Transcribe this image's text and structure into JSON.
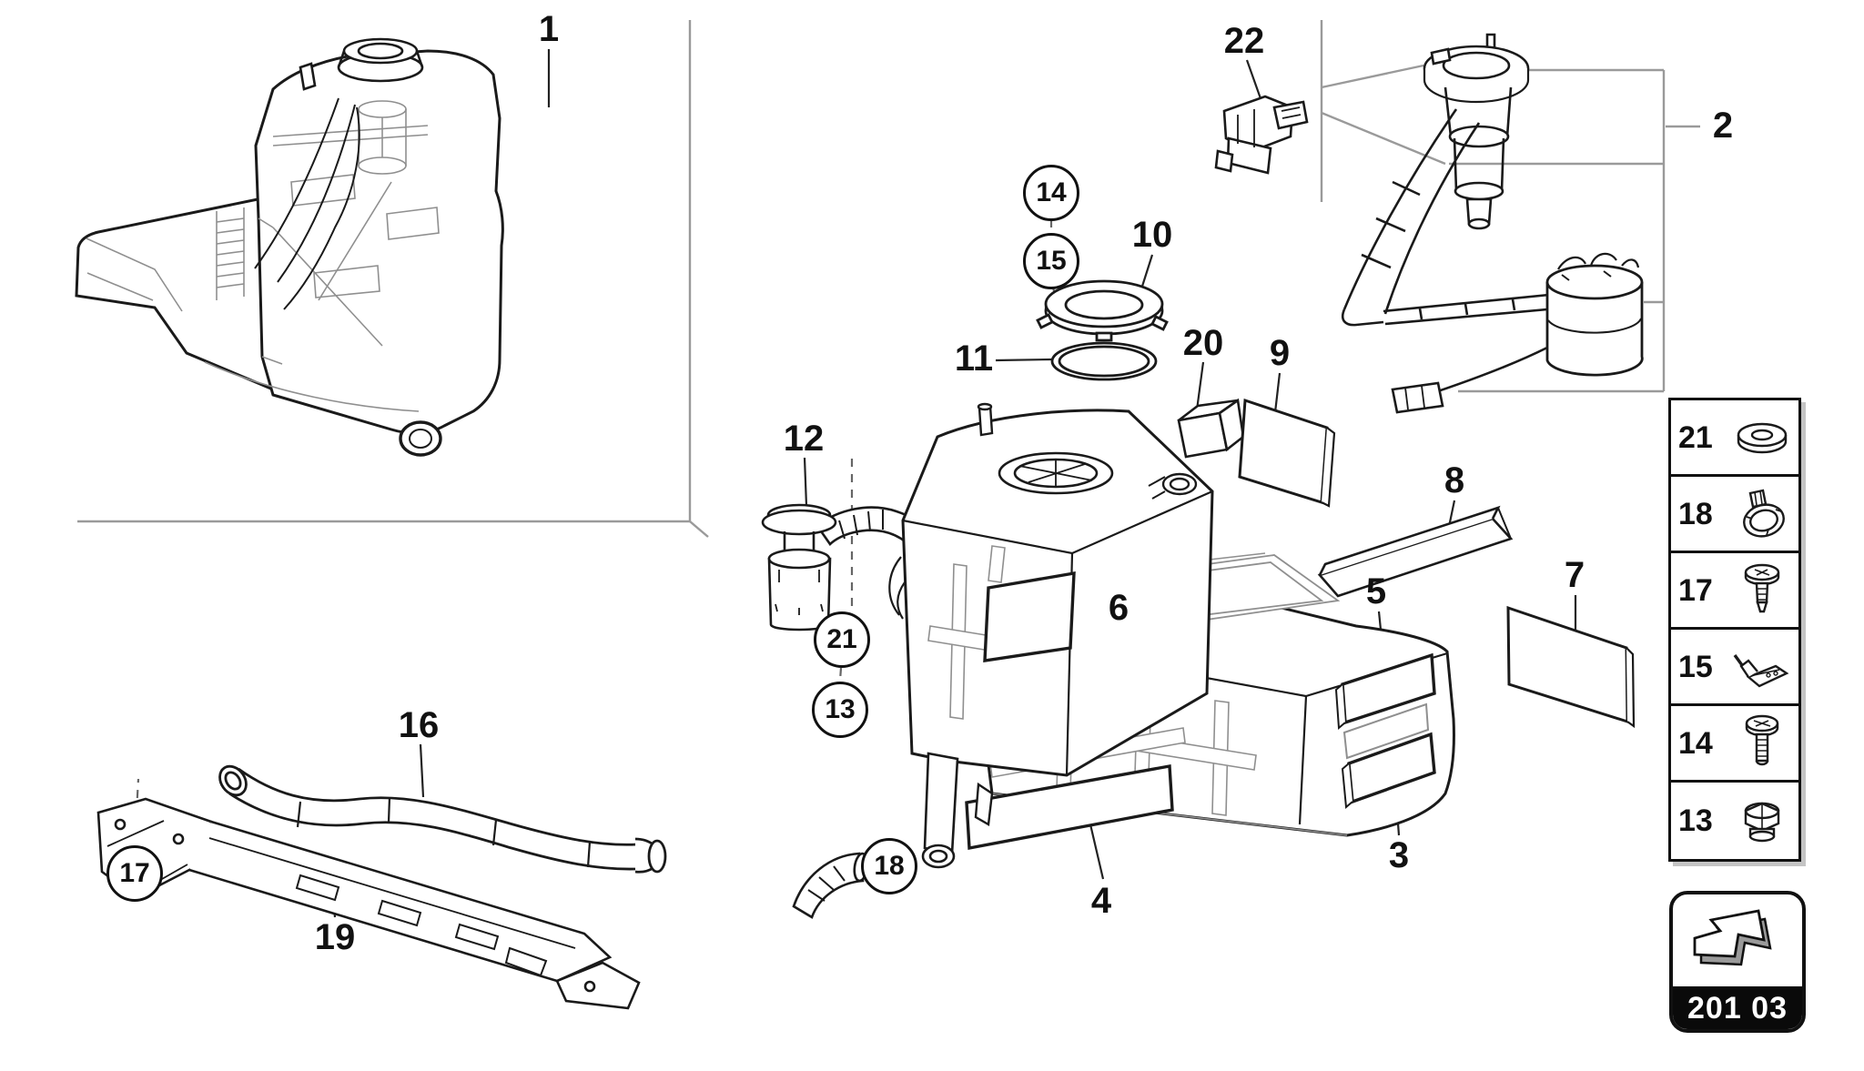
{
  "doc": {
    "type": "exploded-parts-diagram",
    "subject": "fuel tank system",
    "background_color": "#ffffff",
    "line_color": "#1a1a1a",
    "bracket_line_color": "#999999"
  },
  "callouts": {
    "plain": [
      {
        "n": "1"
      },
      {
        "n": "2"
      },
      {
        "n": "3"
      },
      {
        "n": "4"
      },
      {
        "n": "5"
      },
      {
        "n": "6"
      },
      {
        "n": "7"
      },
      {
        "n": "8"
      },
      {
        "n": "9"
      },
      {
        "n": "10"
      },
      {
        "n": "11"
      },
      {
        "n": "12"
      },
      {
        "n": "16"
      },
      {
        "n": "19"
      },
      {
        "n": "20"
      },
      {
        "n": "22"
      }
    ],
    "circled": [
      {
        "n": "14"
      },
      {
        "n": "15"
      },
      {
        "n": "21"
      },
      {
        "n": "13"
      },
      {
        "n": "17"
      },
      {
        "n": "18"
      }
    ]
  },
  "sidebar": {
    "rows": [
      {
        "number": "21",
        "icon": "washer-icon"
      },
      {
        "number": "18",
        "icon": "hose-clamp-icon"
      },
      {
        "number": "17",
        "icon": "flange-screw-icon"
      },
      {
        "number": "15",
        "icon": "retaining-clip-icon"
      },
      {
        "number": "14",
        "icon": "pan-head-screw-icon"
      },
      {
        "number": "13",
        "icon": "flange-nut-icon"
      }
    ]
  },
  "badge": {
    "code": "201 03",
    "icon": "page-forward-arrow-icon"
  }
}
